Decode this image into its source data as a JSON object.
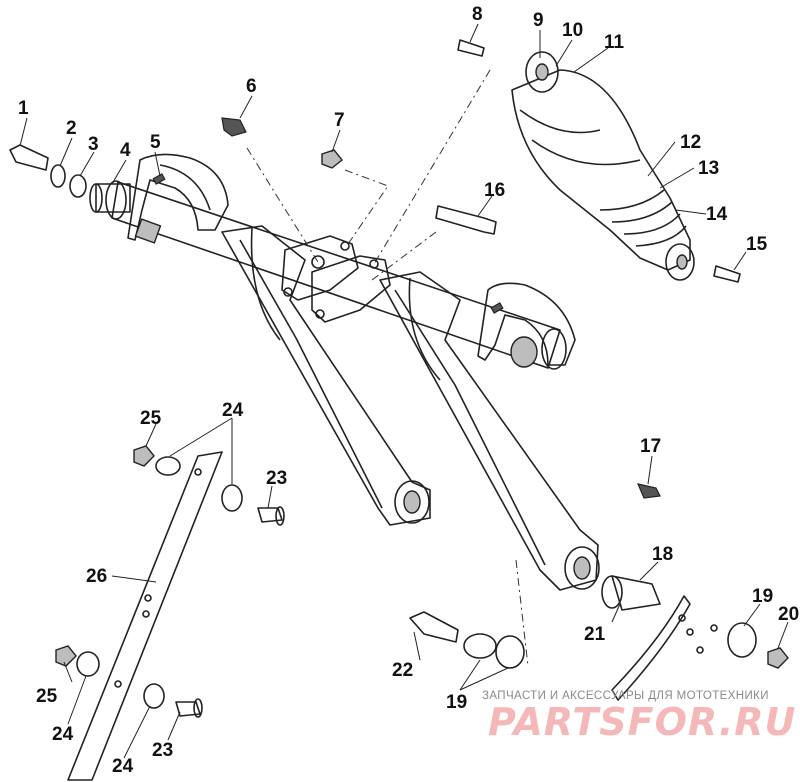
{
  "labels": [
    "1",
    "2",
    "3",
    "4",
    "5",
    "6",
    "7",
    "8",
    "9",
    "10",
    "11",
    "12",
    "13",
    "14",
    "15",
    "16",
    "17",
    "18",
    "19",
    "19",
    "20",
    "21",
    "22",
    "23",
    "23",
    "24",
    "24",
    "24",
    "25",
    "25",
    "26"
  ],
  "watermark": {
    "caption": "ЗАПЧАСТИ И АКСЕССУАРЫ ДЛЯ МОТОТЕХНИКИ",
    "brand": "PARTSFOR.RU",
    "brand_color": "#f4b8b8"
  }
}
